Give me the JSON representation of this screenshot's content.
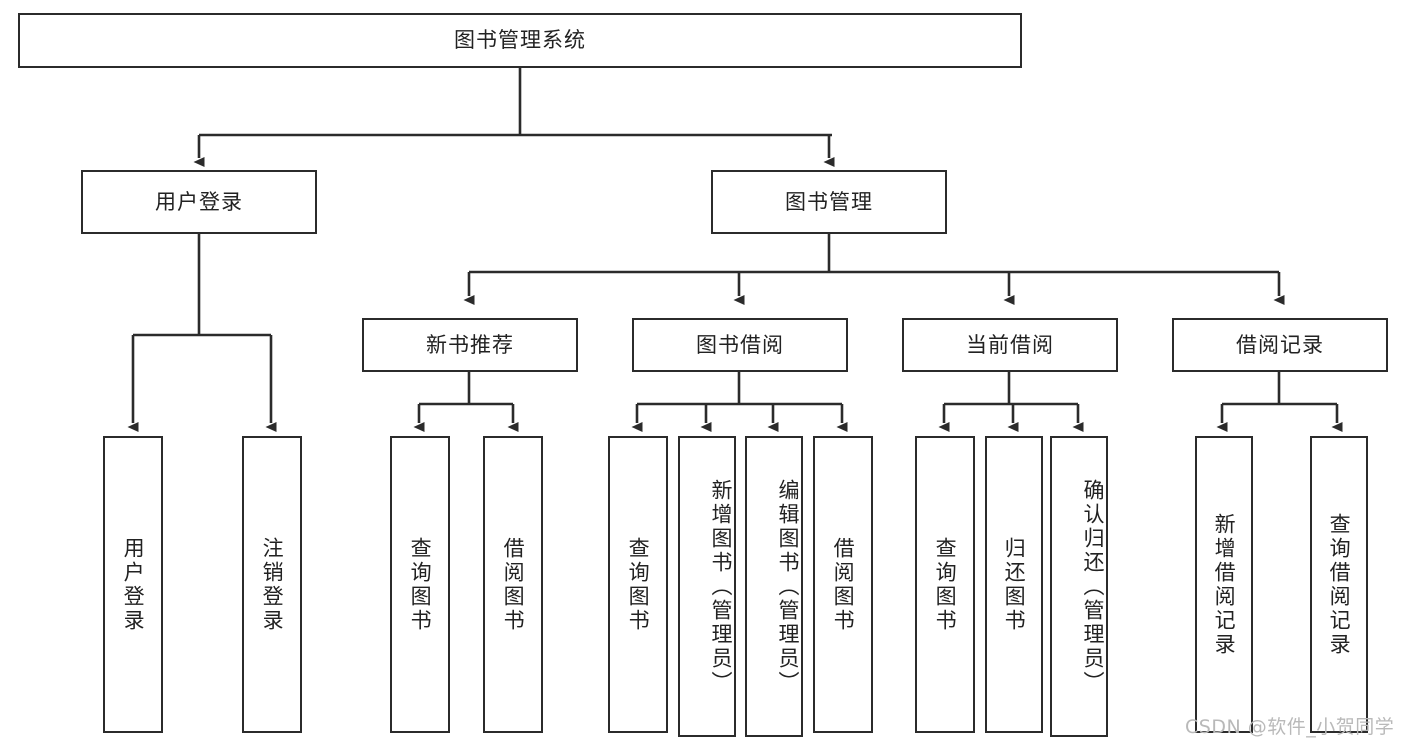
{
  "diagram": {
    "type": "tree-hierarchy-chart",
    "title": "图书管理系统",
    "orientation": "top-down",
    "box_border_color": "#2b2b2b",
    "box_fill_color": "#ffffff",
    "text_color": "#222222",
    "nodes": {
      "root": {
        "label": "图书管理系统"
      },
      "level2": [
        {
          "id": "user-login",
          "label": "用户登录"
        },
        {
          "id": "book-manage",
          "label": "图书管理"
        }
      ],
      "level3": [
        {
          "id": "new-book-recommend",
          "label": "新书推荐"
        },
        {
          "id": "book-borrow",
          "label": "图书借阅"
        },
        {
          "id": "current-borrow",
          "label": "当前借阅"
        },
        {
          "id": "borrow-record",
          "label": "借阅记录"
        }
      ],
      "leaves": {
        "user-login": [
          {
            "id": "leaf-user-login",
            "label": "用户登录"
          },
          {
            "id": "leaf-logout",
            "label": "注销登录"
          }
        ],
        "new-book-recommend": [
          {
            "id": "leaf-query-book-1",
            "label": "查询图书"
          },
          {
            "id": "leaf-borrow-book-1",
            "label": "借阅图书"
          }
        ],
        "book-borrow": [
          {
            "id": "leaf-query-book-2",
            "label": "查询图书"
          },
          {
            "id": "leaf-add-book",
            "label": "新增图书（管理员）"
          },
          {
            "id": "leaf-edit-book",
            "label": "编辑图书（管理员）"
          },
          {
            "id": "leaf-borrow-book-2",
            "label": "借阅图书"
          }
        ],
        "current-borrow": [
          {
            "id": "leaf-query-book-3",
            "label": "查询图书"
          },
          {
            "id": "leaf-return-book",
            "label": "归还图书"
          },
          {
            "id": "leaf-confirm-return",
            "label": "确认归还（管理员）"
          }
        ],
        "borrow-record": [
          {
            "id": "leaf-add-record",
            "label": "新增借阅记录"
          },
          {
            "id": "leaf-query-record",
            "label": "查询借阅记录"
          }
        ]
      }
    }
  },
  "watermark": {
    "text": "CSDN @软件_小贺同学"
  }
}
